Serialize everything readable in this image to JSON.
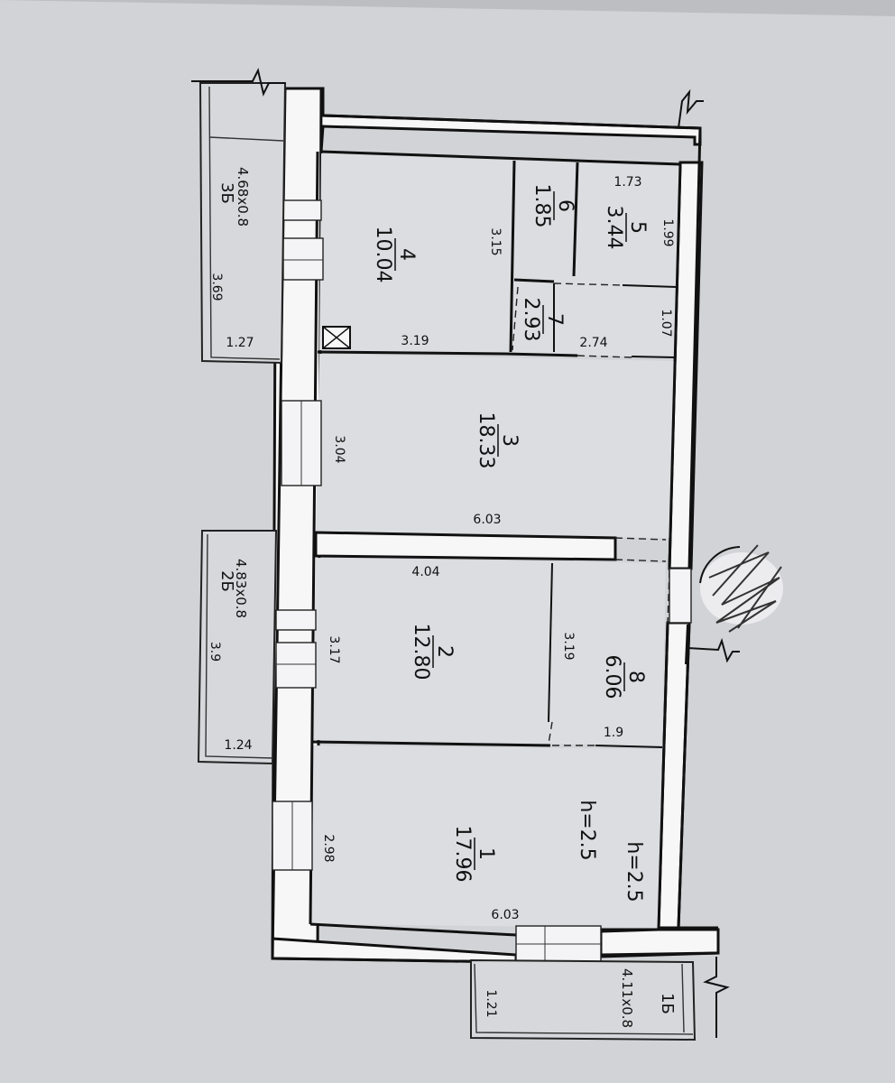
{
  "rooms": [
    {
      "id": "1",
      "number": "1",
      "area": "17.96"
    },
    {
      "id": "2",
      "number": "2",
      "area": "12.80"
    },
    {
      "id": "3",
      "number": "3",
      "area": "18.33"
    },
    {
      "id": "4",
      "number": "4",
      "area": "10.04"
    },
    {
      "id": "5",
      "number": "5",
      "area": "3.44"
    },
    {
      "id": "6",
      "number": "6",
      "area": "1.85"
    },
    {
      "id": "7",
      "number": "7",
      "area": "2.93"
    },
    {
      "id": "8",
      "number": "8",
      "area": "6.06"
    }
  ],
  "dimensions": {
    "r1_depth": "2.98",
    "r1_width": "6.03",
    "r2_depth": "3.17",
    "r2_width": "4.04",
    "r3_depth": "3.04",
    "r3_width": "6.03",
    "r4_depth": "3.15",
    "r4_width": "3.19",
    "r5_depth": "1.99",
    "r5_width": "1.73",
    "r7_depth": "1.07",
    "r7_width": "2.74",
    "r8_depth": "3.19",
    "r8_width": "1.9"
  },
  "heights": {
    "h1": "h=2.5",
    "h2": "h=2.5"
  },
  "balconies": {
    "b3": {
      "name": "3Б",
      "size": "4.68x0.8",
      "len": "3.69",
      "dep": "1.27"
    },
    "b2": {
      "name": "2Б",
      "size": "4.83x0.8",
      "len": "3.9",
      "dep": "1.24"
    },
    "b1": {
      "name": "1Б",
      "size": "4.11x0.8",
      "dep": "1.21"
    }
  }
}
